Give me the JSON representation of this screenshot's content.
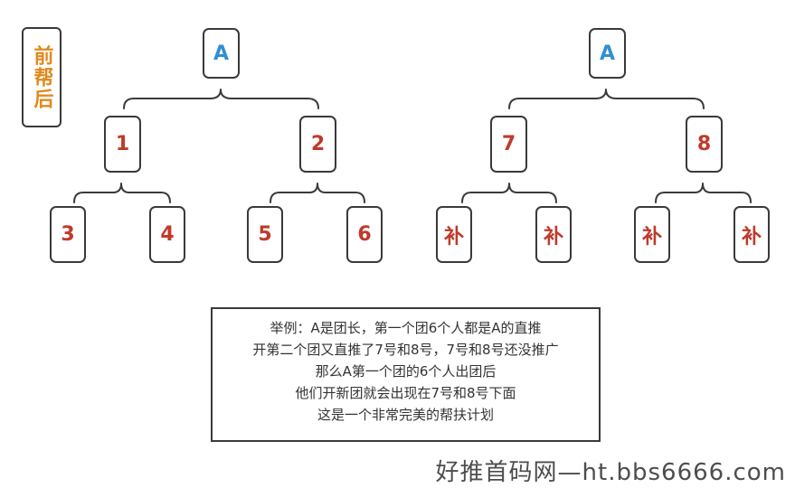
{
  "label": "前帮后",
  "left_tree": {
    "root": "A",
    "mid": [
      "1",
      "2"
    ],
    "leaves": [
      "3",
      "4",
      "5",
      "6"
    ]
  },
  "right_tree": {
    "root": "A",
    "mid": [
      "7",
      "8"
    ],
    "leaves": [
      "补",
      "补",
      "补",
      "补"
    ]
  },
  "note_lines": [
    "举例：A是团长，第一个团6个人都是A的直推",
    "开第二个团又直推了7号和8号，7号和8号还没推广",
    "那么A第一个团的6个人出团后",
    "他们开新团就会出现在7号和8号下面",
    "这是一个非常完美的帮扶计划"
  ],
  "watermark": "好推首码网—ht.bbs6666.com",
  "colors": {
    "root_text": "#2f8fd1",
    "node_text": "#c0392b",
    "label_text": "#e08a1e",
    "border": "#3a3a3a"
  }
}
